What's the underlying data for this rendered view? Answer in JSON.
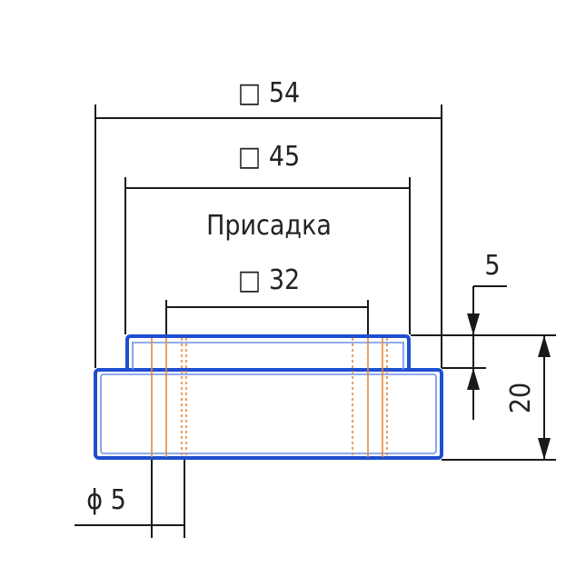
{
  "colors": {
    "outline": "#1e4fd0",
    "hole_lines": "#e8893a",
    "dimension": "#1a1a1a",
    "background": "#ffffff"
  },
  "labels": {
    "dim_outer": "□ 54",
    "dim_middle": "□ 45",
    "allowance": "Присадка",
    "dim_inner": "□ 32",
    "dim_step": "5",
    "dim_height": "20",
    "dim_hole": "ϕ 5"
  }
}
